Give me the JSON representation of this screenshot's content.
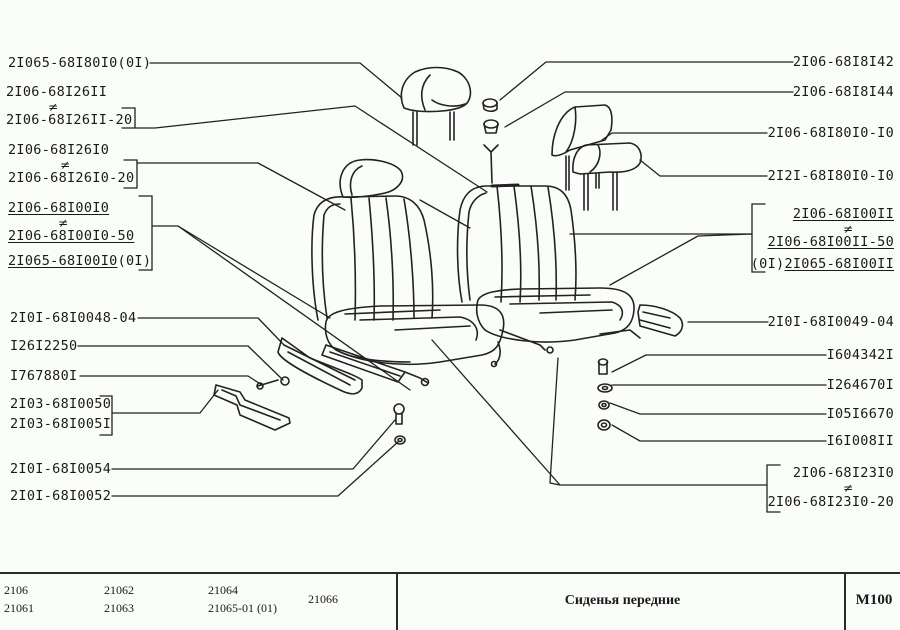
{
  "diagram": {
    "type": "exploded-parts-view",
    "subject": "front seats",
    "labels_left": [
      {
        "id": "L1",
        "lines": [
          "2I065-68I80I0(0I)"
        ]
      },
      {
        "id": "L2",
        "lines": [
          "2I06-68I26II",
          "2I06-68I26II-20"
        ],
        "neq": true
      },
      {
        "id": "L3",
        "lines": [
          "2I06-68I26I0",
          "2I06-68I26I0-20"
        ],
        "neq": true
      },
      {
        "id": "L4",
        "lines": [
          "2I06-68I00I0",
          "2I06-68I00I0-50",
          "2I065-68I00I0",
          "(0I)"
        ],
        "neq": true
      },
      {
        "id": "L5",
        "lines": [
          "2I0I-68I0048-04"
        ]
      },
      {
        "id": "L6",
        "lines": [
          "I26I2250"
        ]
      },
      {
        "id": "L7",
        "lines": [
          "I767880I"
        ]
      },
      {
        "id": "L8",
        "lines": [
          "2I03-68I0050",
          "2I03-68I005I"
        ]
      },
      {
        "id": "L9",
        "lines": [
          "2I0I-68I0054"
        ]
      },
      {
        "id": "L10",
        "lines": [
          "2I0I-68I0052"
        ]
      }
    ],
    "labels_right": [
      {
        "id": "R1",
        "lines": [
          "2I06-68I8I42"
        ]
      },
      {
        "id": "R2",
        "lines": [
          "2I06-68I8I44"
        ]
      },
      {
        "id": "R3",
        "lines": [
          "2I06-68I80I0-I0"
        ]
      },
      {
        "id": "R4",
        "lines": [
          "2I2I-68I80I0-I0"
        ]
      },
      {
        "id": "R5",
        "lines": [
          "2I06-68I00II",
          "2I06-68I00II-50",
          "(0I)",
          "2I065-68I00II"
        ],
        "neq": true
      },
      {
        "id": "R6",
        "lines": [
          "2I0I-68I0049-04"
        ]
      },
      {
        "id": "R7",
        "lines": [
          "I604342I"
        ]
      },
      {
        "id": "R8",
        "lines": [
          "I264670I"
        ]
      },
      {
        "id": "R9",
        "lines": [
          "I05I6670"
        ]
      },
      {
        "id": "R10",
        "lines": [
          "I6I008II"
        ]
      },
      {
        "id": "R11",
        "lines": [
          "2I06-68I23I0",
          "2I06-68I23I0-20"
        ],
        "neq": true
      }
    ],
    "neq_symbol": "≠"
  },
  "footer": {
    "models": [
      [
        "2106",
        "21061"
      ],
      [
        "21062",
        "21063"
      ],
      [
        "21064",
        "21065-01 (01)"
      ],
      [
        "21066"
      ]
    ],
    "title": "Сиденья передние",
    "code": "M100"
  },
  "colors": {
    "background": "#fbfdfa",
    "ink": "#1a1a1a"
  }
}
